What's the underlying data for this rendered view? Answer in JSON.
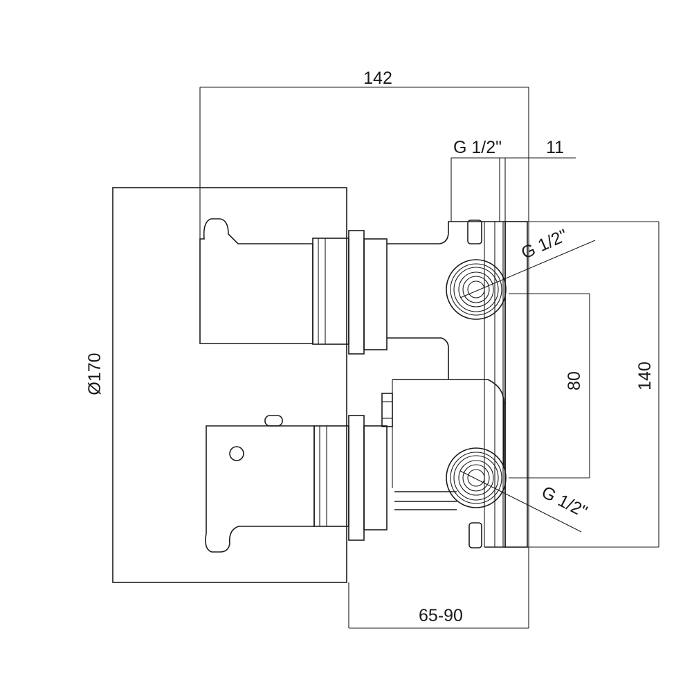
{
  "dimensions": {
    "top_width": "142",
    "inlet_top_label": "G 1/2\"",
    "depth_small": "11",
    "outlet_upper_label": "G 1/2\"",
    "outlet_lower_label": "G 1/2\"",
    "diameter": "Ø170",
    "center_distance": "80",
    "body_height": "140",
    "install_depth": "65-90"
  },
  "colors": {
    "line": "#1a1a1a",
    "background": "#ffffff"
  }
}
